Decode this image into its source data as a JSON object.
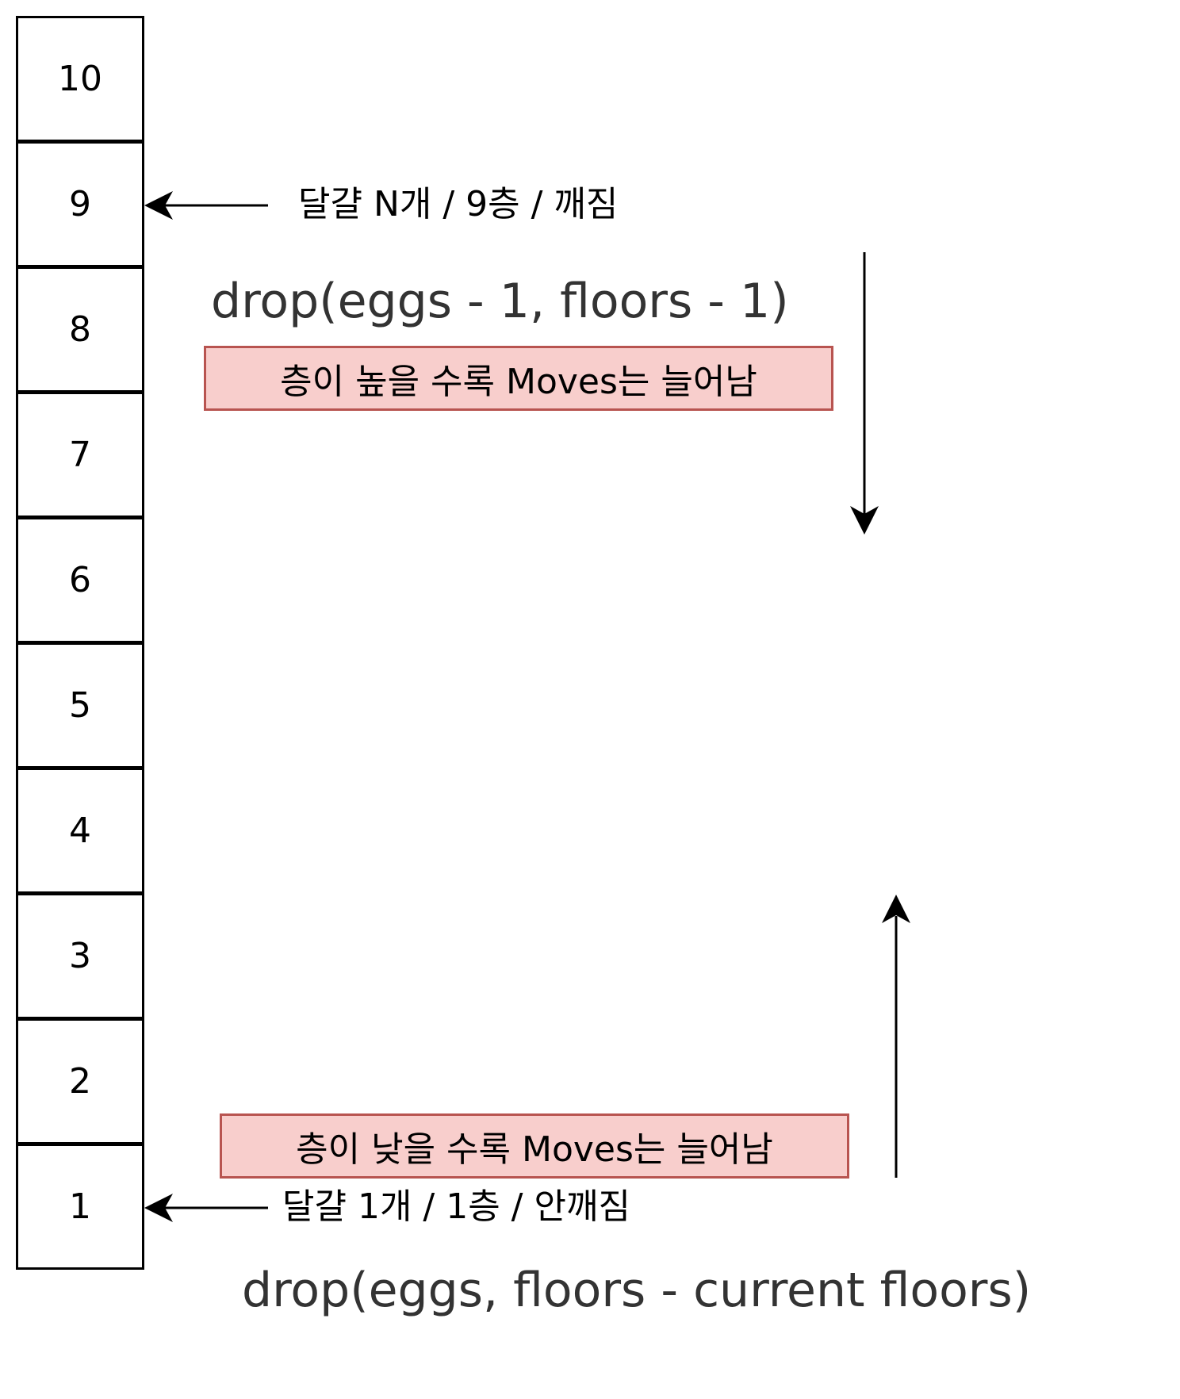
{
  "floors": [
    "10",
    "9",
    "8",
    "7",
    "6",
    "5",
    "4",
    "3",
    "2",
    "1"
  ],
  "annotations": {
    "top_event": "달걀 N개 / 9층 / 깨짐",
    "bottom_event": "달걀 1개 / 1층 / 안깨짐"
  },
  "formulas": {
    "break_case": "drop(eggs - 1, floors - 1)",
    "survive_case": "drop(eggs, floors - current floors)"
  },
  "notes": {
    "higher_floor": "층이 높을 수록 Moves는 늘어남",
    "lower_floor": "층이 낮을 수록 Moves는 늘어남"
  },
  "colors": {
    "note_fill": "#f8cecc",
    "note_border": "#b85450",
    "line": "#000000",
    "formula_text": "#333333"
  }
}
